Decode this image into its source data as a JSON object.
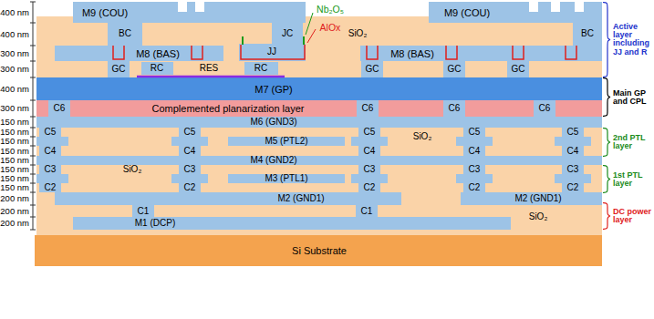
{
  "diagram": {
    "nodes": [
      {
        "text": [
          "M9 (COU)"
        ]
      },
      {
        "text": [
          "M9 (COU)"
        ]
      },
      {
        "text": [
          "M8 (BAS)"
        ]
      },
      {
        "text": [
          "M8 (BAS)"
        ]
      },
      {
        "text": [
          "M7 (GP)"
        ]
      },
      {
        "text": [
          "Complemented planarization layer"
        ]
      },
      {
        "text": [
          "M6 (GND3)"
        ]
      },
      {
        "text": [
          "M5 (PTL2)"
        ]
      },
      {
        "text": [
          "M4 (GND2)"
        ]
      },
      {
        "text": [
          "M3 (PTL1)"
        ]
      },
      {
        "text": [
          "M2 (GND1)"
        ]
      },
      {
        "text": [
          "M2 (GND1)"
        ]
      },
      {
        "text": [
          "M1 (DCP)"
        ]
      },
      {
        "text": [
          "Si Substrate"
        ]
      }
    ],
    "labels": [
      "400 nm",
      "400 nm",
      "300 nm",
      "300 nm",
      "400 nm",
      "300 nm",
      "150 nm",
      "150 nm",
      "150 nm",
      "150 nm",
      "150 nm",
      "150 nm",
      "150 nm",
      "150 nm",
      "200 nm",
      "200 nm",
      "200 nm",
      "BC",
      "JC",
      "SiO₂",
      "BC",
      "Nb₂O₅",
      "AlOx",
      "JJ",
      "GC",
      "RC",
      "RES",
      "RC",
      "GC",
      "GC",
      "GC",
      "C6",
      "C6",
      "C6",
      "C6",
      "C5",
      "C5",
      "C5",
      "C5",
      "C5",
      "SiO₂",
      "C4",
      "C4",
      "C4",
      "C4",
      "C4",
      "C3",
      "C3",
      "C3",
      "C3",
      "C3",
      "SiO₂",
      "C2",
      "C2",
      "C2",
      "C2",
      "C2",
      "C1",
      "C1",
      "SiO₂",
      "Active layer including JJ and R",
      "Main GP and CPL",
      "2nd PTL layer",
      "1st PTL layer",
      "DC power layer"
    ]
  }
}
